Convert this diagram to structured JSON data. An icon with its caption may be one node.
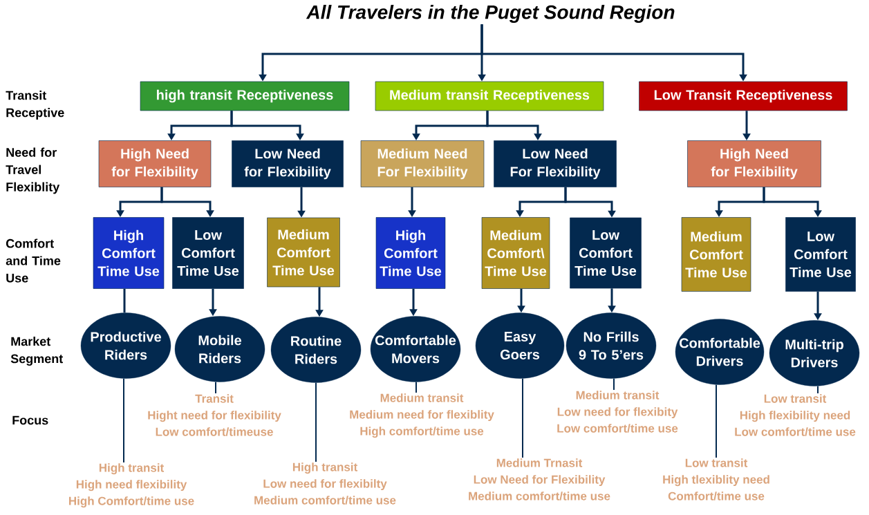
{
  "diagram": {
    "nodes": [
      {
        "text": [
          "All Travelers in the Puget Sound Region"
        ]
      },
      {
        "text": [
          "high transit Receptiveness"
        ]
      },
      {
        "text": [
          "Medium transit Receptiveness"
        ]
      },
      {
        "text": [
          "Low Transit Receptiveness"
        ]
      },
      {
        "text": [
          "High Need for Flexibility"
        ]
      },
      {
        "text": [
          "Low Need for Flexibility"
        ]
      },
      {
        "text": [
          "Medium Need For Flexibility"
        ]
      },
      {
        "text": [
          "Low Need For Flexibility"
        ]
      },
      {
        "text": [
          "High Need for Flexibility"
        ]
      },
      {
        "text": [
          "High Comfort Time Use"
        ]
      },
      {
        "text": [
          "Low Comfort Time Use"
        ]
      },
      {
        "text": [
          "Medium Comfort Time Use"
        ]
      },
      {
        "text": [
          "High Comfort Time Use"
        ]
      },
      {
        "text": [
          "Medium Comfort\\ Time Use"
        ]
      },
      {
        "text": [
          "Low Comfort Time Use"
        ]
      },
      {
        "text": [
          "Medium Comfort Time Use"
        ]
      },
      {
        "text": [
          "Low Comfort Time Use"
        ]
      },
      {
        "text": [
          "Productive Riders"
        ]
      },
      {
        "text": [
          "Mobile Riders"
        ]
      },
      {
        "text": [
          "Routine Riders"
        ]
      },
      {
        "text": [
          "Comfortable Movers"
        ]
      },
      {
        "text": [
          "Easy Goers"
        ]
      },
      {
        "text": [
          "No Frills 9 To 5’ers"
        ]
      },
      {
        "text": [
          "Comfortable Drivers"
        ]
      },
      {
        "text": [
          "Multi-trip Drivers"
        ]
      },
      {
        "text": [
          "High transit",
          "High need flexibility",
          "High Comfort/time use"
        ]
      },
      {
        "text": [
          "Transit",
          "Hight need for flexibility",
          "Low comfort/timeuse"
        ]
      },
      {
        "text": [
          "High transit",
          "Low need for flexibilty",
          "Medium comfort/time use"
        ]
      },
      {
        "text": [
          "Medium transit",
          "Medium need for flexiblity",
          "High comfort/time use"
        ]
      },
      {
        "text": [
          "Medium Trnasit",
          "Low Need for Flexibility",
          "Medium comfort/time use"
        ]
      },
      {
        "text": [
          "Medium transit",
          "Low need for flexibity",
          "Low comfort/time use"
        ]
      },
      {
        "text": [
          "Low transit",
          "High tlexiblity need",
          "Comfort/time use"
        ]
      },
      {
        "text": [
          "Low transit",
          "High flexibility need",
          "Low comfort/time use"
        ]
      }
    ],
    "edges": [
      {
        "from": 0,
        "to": 1,
        "arrow": "to"
      },
      {
        "from": 0,
        "to": 2,
        "arrow": "to"
      },
      {
        "from": 0,
        "to": 3,
        "arrow": "to"
      },
      {
        "from": 1,
        "to": 4,
        "arrow": "to"
      },
      {
        "from": 1,
        "to": 5,
        "arrow": "to"
      },
      {
        "from": 2,
        "to": 6,
        "arrow": "to"
      },
      {
        "from": 2,
        "to": 7,
        "arrow": "to"
      },
      {
        "from": 3,
        "to": 8,
        "arrow": "to"
      },
      {
        "from": 4,
        "to": 9,
        "arrow": "to"
      },
      {
        "from": 4,
        "to": 10,
        "arrow": "to"
      },
      {
        "from": 5,
        "to": 11,
        "arrow": "to"
      },
      {
        "from": 6,
        "to": 12,
        "arrow": "to"
      },
      {
        "from": 7,
        "to": 13,
        "arrow": "to"
      },
      {
        "from": 7,
        "to": 14,
        "arrow": "to"
      },
      {
        "from": 8,
        "to": 15,
        "arrow": "to"
      },
      {
        "from": 8,
        "to": 16,
        "arrow": "to"
      },
      {
        "from": 9,
        "to": 17,
        "arrow": "none"
      },
      {
        "from": 10,
        "to": 18,
        "arrow": "to"
      },
      {
        "from": 11,
        "to": 19,
        "arrow": "to"
      },
      {
        "from": 12,
        "to": 20,
        "arrow": "to"
      },
      {
        "from": 13,
        "to": 21,
        "arrow": "to"
      },
      {
        "from": 14,
        "to": 22,
        "arrow": "to"
      },
      {
        "from": 16,
        "to": 24,
        "arrow": "to"
      },
      {
        "from": 17,
        "to": 25,
        "arrow": "none"
      },
      {
        "from": 18,
        "to": 26,
        "arrow": "none"
      },
      {
        "from": 19,
        "to": 27,
        "arrow": "none"
      },
      {
        "from": 20,
        "to": 28,
        "arrow": "none"
      },
      {
        "from": 21,
        "to": 29,
        "arrow": "none"
      },
      {
        "from": 22,
        "to": 30,
        "arrow": "none"
      },
      {
        "from": 23,
        "to": 31,
        "arrow": "none"
      },
      {
        "from": 24,
        "to": 32,
        "arrow": "none"
      }
    ],
    "labels": [
      "Transit Receptive",
      "Need for Travel Flexiblity",
      "Comfort and Time Use",
      "Market Segment",
      "Focus"
    ]
  }
}
